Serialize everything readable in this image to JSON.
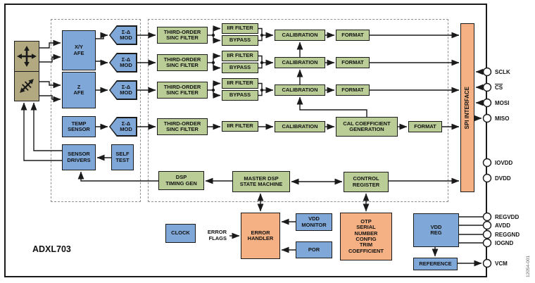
{
  "figure": {
    "part_label": "ADXL703",
    "figure_number": "12054-001"
  },
  "colors": {
    "blue": "#7FA8D8",
    "green": "#BACD96",
    "orange": "#F5B183",
    "tan": "#B2A980",
    "dash": "#8F8F8F"
  },
  "labels": {
    "xy_afe": "X/Y\nAFE",
    "z_afe": "Z\nAFE",
    "temp_sensor": "TEMP\nSENSOR",
    "sensor_drivers": "SENSOR\nDRIVERS",
    "self_test": "SELF\nTEST",
    "sigma_delta_mod": "Σ-Δ\nMOD",
    "sinc_filter": "THIRD-ORDER\nSINC FILTER",
    "iir_filter": "IIR FILTER",
    "bypass": "BYPASS",
    "calibration": "CALIBRATION",
    "format": "FORMAT",
    "cal_coeff_gen": "CAL COEFFICIENT\nGENERATION",
    "dsp_timing_gen": "DSP\nTIMING GEN",
    "master_dsp": "MASTER DSP\nSTATE MACHINE",
    "control_register": "CONTROL\nREGISTER",
    "spi_interface": "SPI INTERFACE",
    "clock": "CLOCK",
    "error_flags": "ERROR\nFLAGS",
    "error_handler": "ERROR\nHANDLER",
    "vdd_monitor": "VDD\nMONITOR",
    "por": "POR",
    "otp": "OTP\nSERIAL\nNUMBER\nCONFIG\nTRIM\nCOEFFICIENT",
    "vdd_reg": "VDD\nREG",
    "reference": "REFERENCE"
  },
  "pins": {
    "sclk": "SCLK",
    "cs": "CS",
    "mosi": "MOSI",
    "miso": "MISO",
    "iovdd": "IOVDD",
    "dvdd": "DVDD",
    "regvdd": "REGVDD",
    "avdd": "AVDD",
    "reggnd": "REGGND",
    "iognd": "IOGND",
    "vcm": "VCM"
  }
}
